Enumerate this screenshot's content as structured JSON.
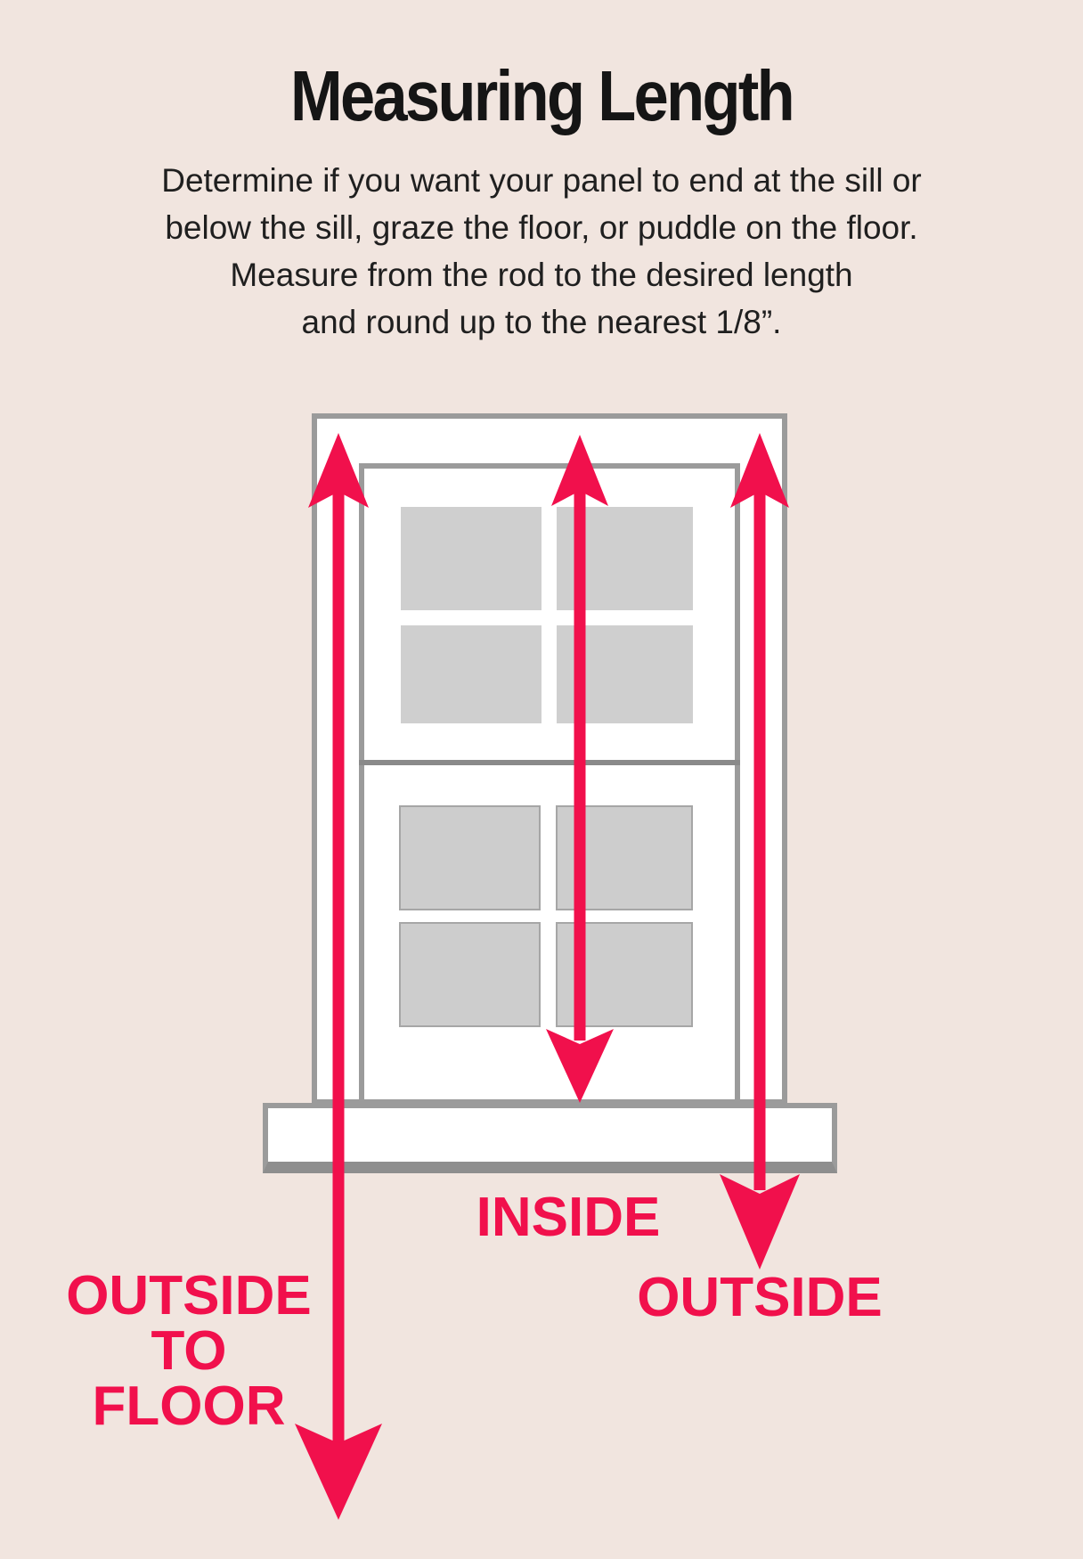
{
  "title": "Measuring Length",
  "description": "Determine if you want your panel to end at the sill or\nbelow the sill, graze the floor, or puddle on the floor.\nMeasure from the rod to the desired length\nand round up to the nearest 1/8”.",
  "diagram": {
    "subject": "double-hung window with measurement arrows",
    "labels": {
      "inside": "INSIDE",
      "outside": "OUTSIDE",
      "outside_to_floor": "OUTSIDE\nTO FLOOR"
    },
    "arrows": [
      {
        "name": "outside-to-floor-arrow",
        "direction": "up-and-down",
        "from": "top of window frame",
        "to": "floor"
      },
      {
        "name": "inside-arrow",
        "direction": "up-and-down",
        "from": "top of inside window opening",
        "to": "window sill"
      },
      {
        "name": "outside-arrow",
        "direction": "up-and-down",
        "from": "top of window frame",
        "to": "below sill"
      }
    ]
  },
  "colors": {
    "background": "#f1e5df",
    "accent": "#f1104c",
    "frame_border": "#9b9b9b",
    "pane_fill": "#cfcfcf",
    "meeting_rail": "#8a8a8a",
    "sill_shadow": "#8e8e8e",
    "text": "#151515"
  }
}
